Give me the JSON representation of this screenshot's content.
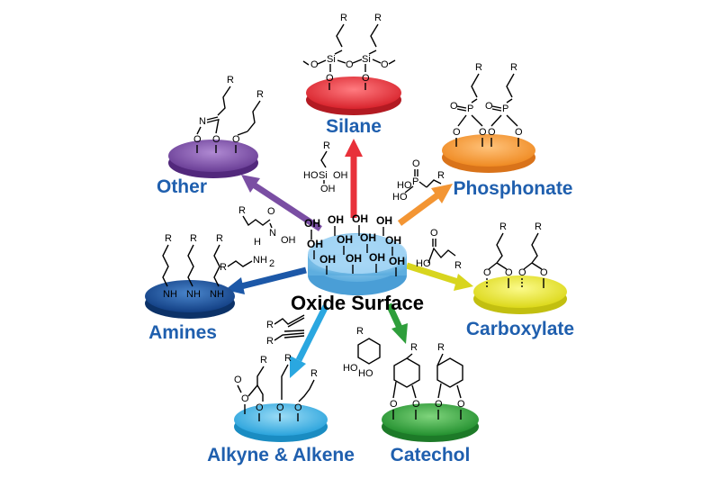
{
  "center": {
    "label": "Oxide Surface",
    "hydroxyl": "OH",
    "color": "#7ec4ee"
  },
  "atoms": {
    "R": "R",
    "O": "O",
    "OH": "OH",
    "HO": "HO",
    "Si": "Si",
    "P": "P",
    "NH": "NH",
    "NH2": "NH",
    "N": "N",
    "H": "H",
    "sub2": "2"
  },
  "branches": [
    {
      "id": "silane",
      "label": "Silane",
      "color": "#e8313a"
    },
    {
      "id": "phosphonate",
      "label": "Phosphonate",
      "color": "#f39533"
    },
    {
      "id": "carboxylate",
      "label": "Carboxylate",
      "color": "#e6e31e"
    },
    {
      "id": "catechol",
      "label": "Catechol",
      "color": "#2e9e3b"
    },
    {
      "id": "alkyne",
      "label": "Alkyne & Alkene",
      "color": "#2aa7e0"
    },
    {
      "id": "amines",
      "label": "Amines",
      "color": "#1c58a8"
    },
    {
      "id": "other",
      "label": "Other",
      "color": "#7a4ea3"
    }
  ],
  "label_color": "#1f5fae"
}
